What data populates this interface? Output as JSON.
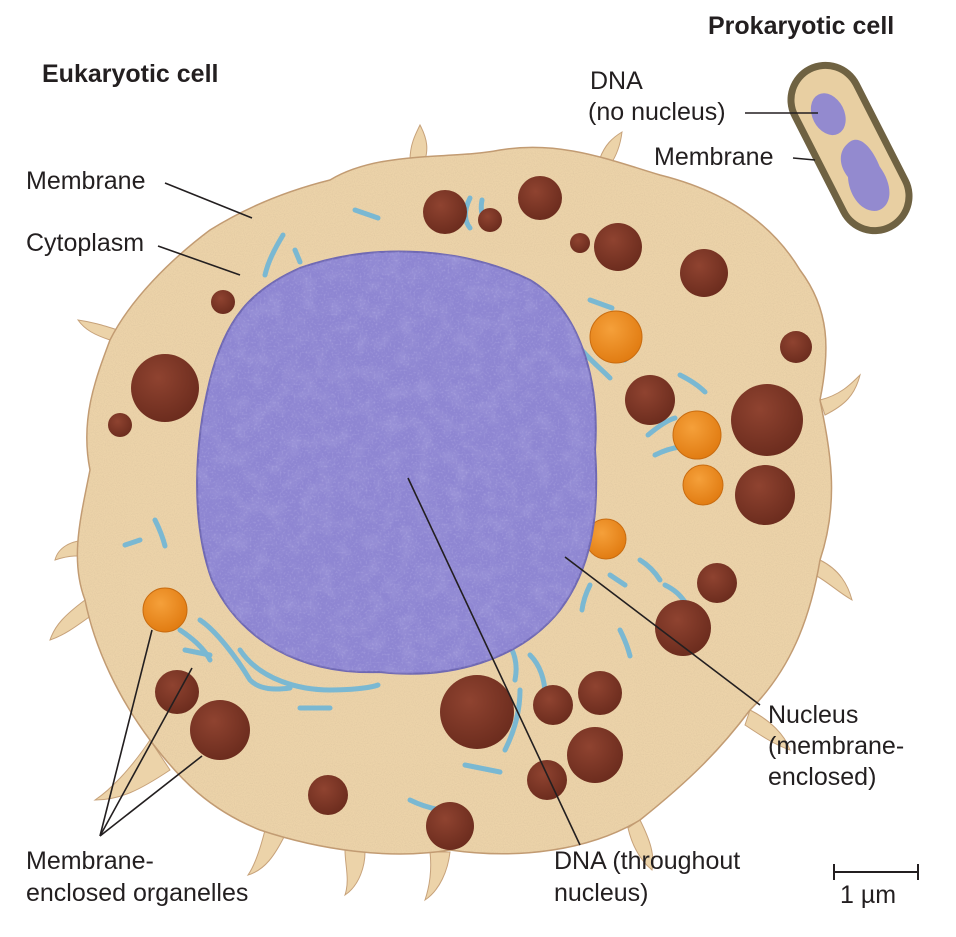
{
  "titles": {
    "eukaryotic": "Eukaryotic cell",
    "prokaryotic": "Prokaryotic cell"
  },
  "labels": {
    "euk_membrane": "Membrane",
    "cytoplasm": "Cytoplasm",
    "pro_dna_line1": "DNA",
    "pro_dna_line2": "(no nucleus)",
    "pro_membrane": "Membrane",
    "nucleus_line1": "Nucleus",
    "nucleus_line2": "(membrane-",
    "nucleus_line3": "enclosed)",
    "organelles_line1": "Membrane-",
    "organelles_line2": "enclosed organelles",
    "dna_line1": "DNA (throughout",
    "dna_line2": "nucleus)"
  },
  "scale_bar": {
    "label": "1 µm"
  },
  "colors": {
    "cytoplasm": "#ecd3a9",
    "nucleus": "#8e86d2",
    "organelle_brown": "#7c3524",
    "organelle_orange": "#ec8a1a",
    "er_blue": "#7ab8d2",
    "prokaryote_membrane": "#6f6242"
  }
}
